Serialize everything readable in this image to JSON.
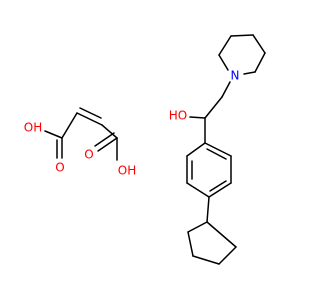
{
  "atoms": {
    "maleic_oh_left": "OH",
    "maleic_o_left": "O",
    "maleic_o_right": "O",
    "maleic_oh_right": "OH",
    "nitrogen": "N",
    "hydroxyl": "HO"
  },
  "colors": {
    "oxygen": "#ff0000",
    "nitrogen": "#0000ff",
    "carbon_bond": "#000000",
    "background": "#ffffff"
  }
}
